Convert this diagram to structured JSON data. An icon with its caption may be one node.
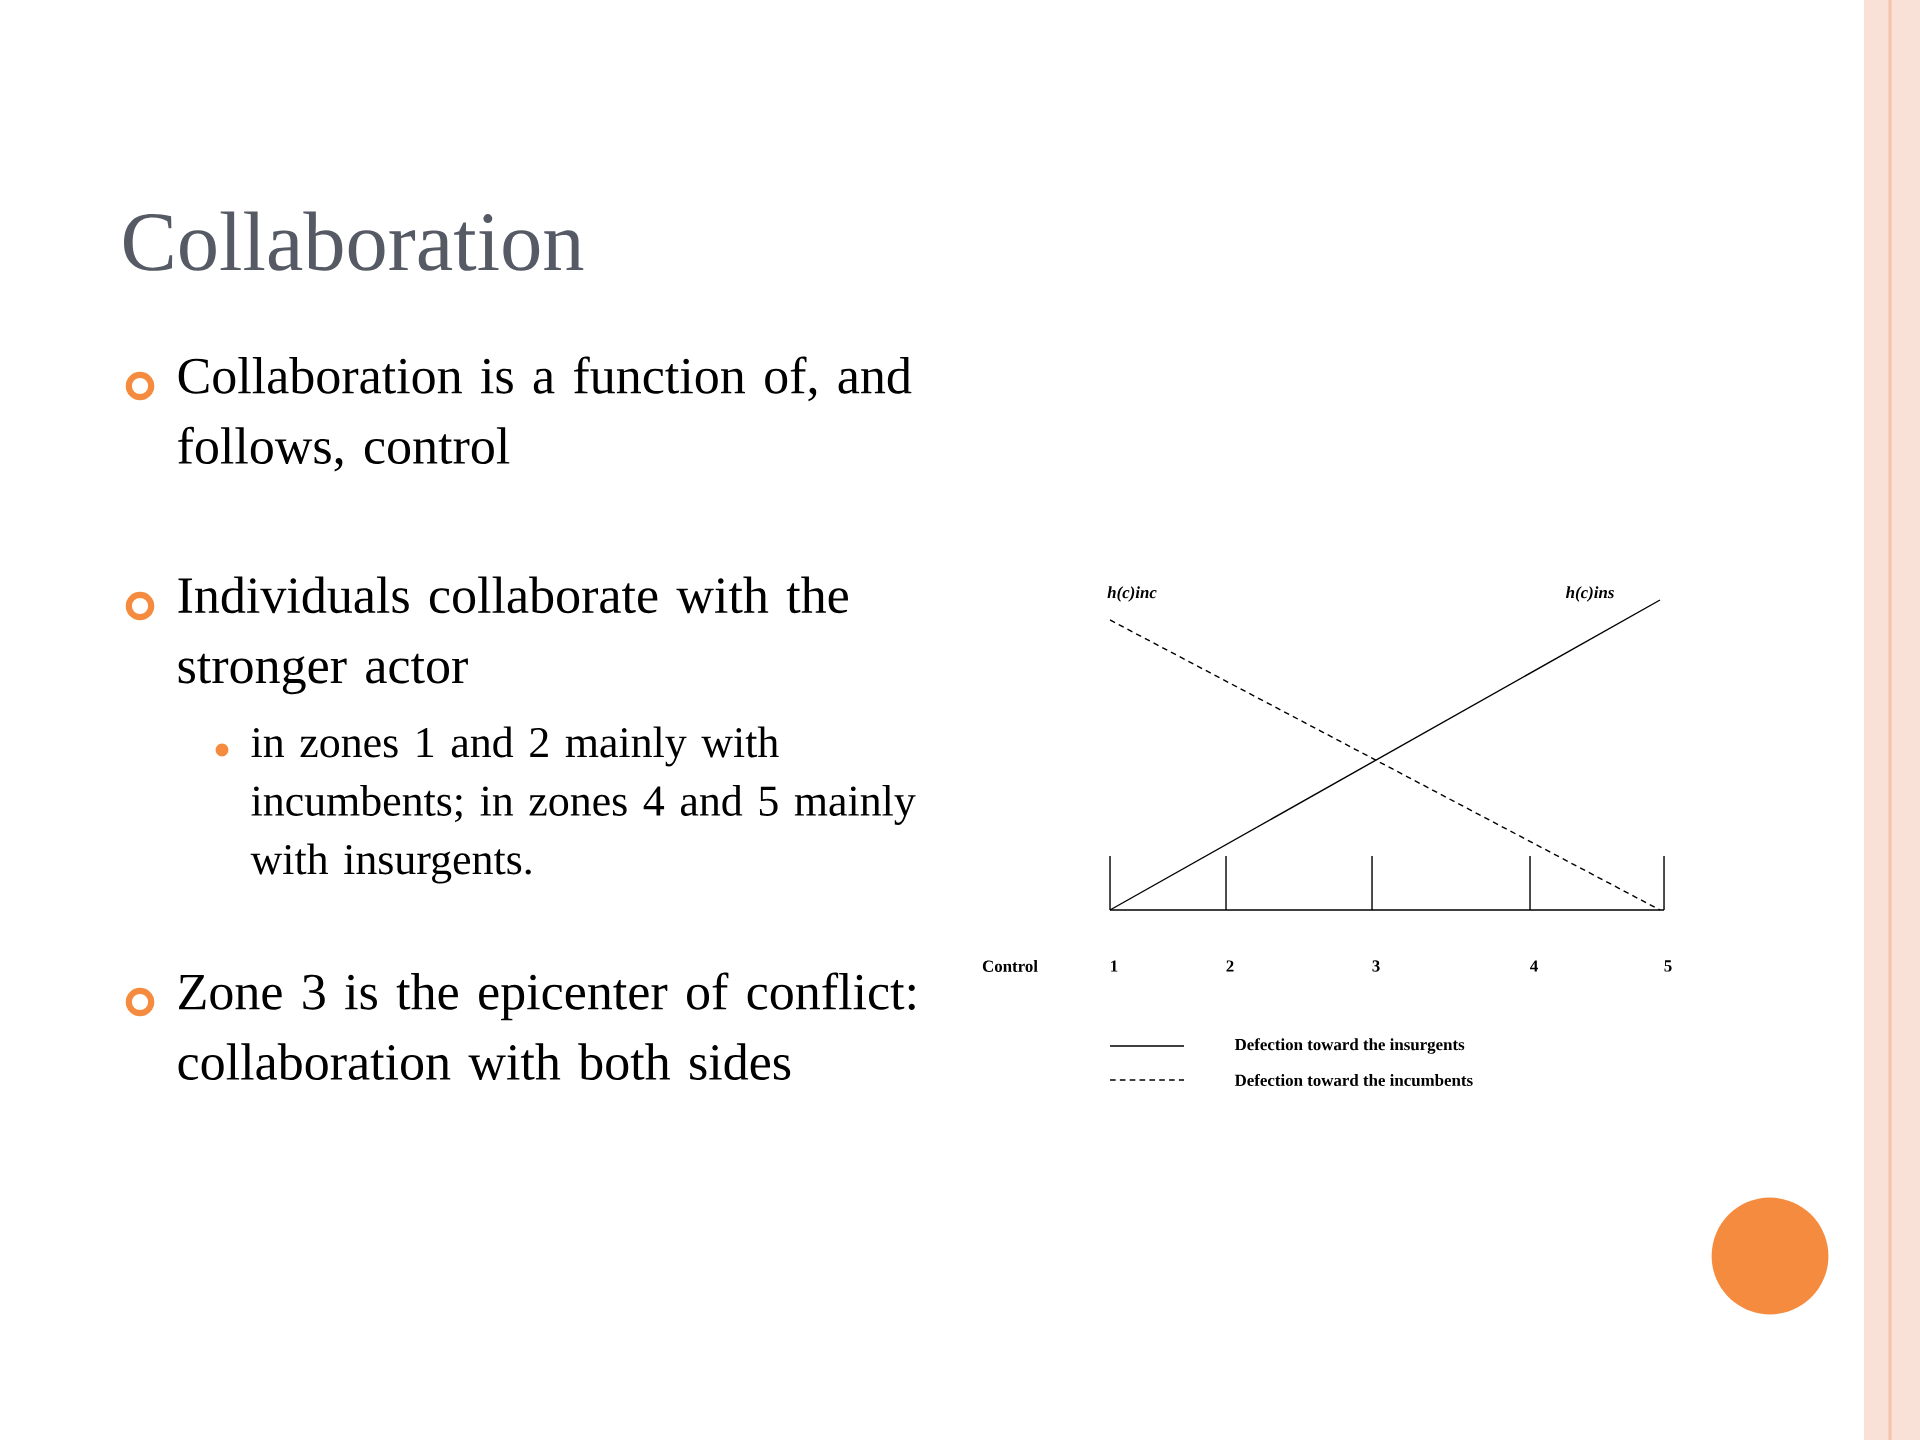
{
  "diagram": {
    "title": "Collaboration",
    "labels": [
      "Collaboration is a function of, and follows, control",
      "Individuals collaborate with the stronger actor",
      "in zones 1 and 2 mainly with incumbents; in zones 4 and 5 mainly with insurgents.",
      "Zone 3 is the epicenter of conflict: collaboration with both sides",
      "h(c)inc",
      "h(c)ins",
      "Control",
      "1",
      "2",
      "3",
      "4",
      "5"
    ],
    "legend": [
      {
        "text": "Defection toward the insurgents"
      },
      {
        "text": "Defection toward the incumbents"
      }
    ]
  }
}
